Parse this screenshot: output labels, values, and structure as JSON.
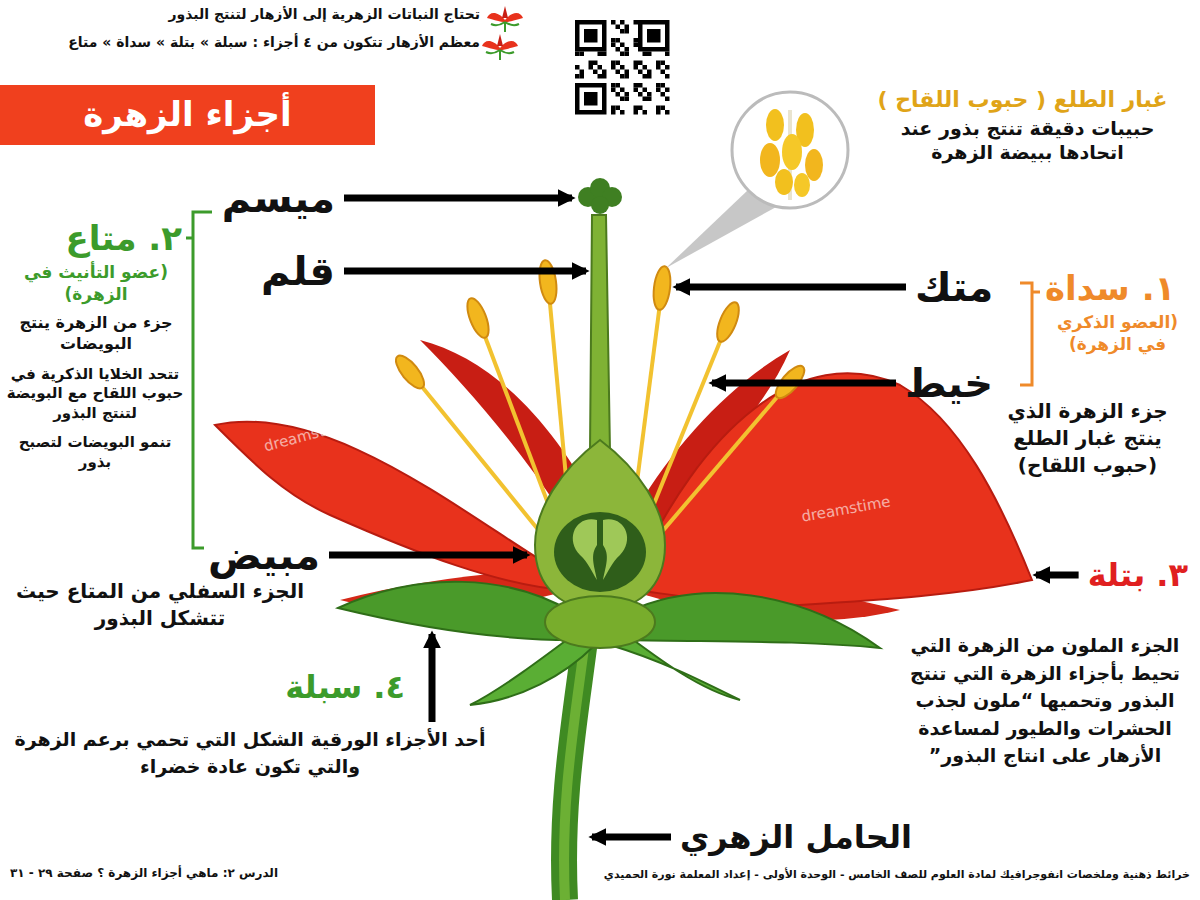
{
  "diagram": {
    "title": "أجزاء الزهرة",
    "labels": [
      "تحتاج النباتات الزهرية إلى الأزهار لتنتج البذور",
      "معظم الأزهار تتكون من ٤ أجزاء : سبلة » بتلة » سداة » متاع",
      "غبار الطلع ( حبوب اللقاح )",
      "حبيبات دقيقة تنتج بذور عند اتحادها ببيضة الزهرة",
      "ميسم",
      "قلم",
      "متك",
      "خيط",
      "مبيض",
      "٢. متاع",
      "(عضو التأنيث في الزهرة)",
      "جزء من الزهرة ينتج البويضات",
      "تتحد الخلايا الذكرية في حبوب اللقاح مع البويضة لتنتج البذور",
      "تنمو البويضات لتصبح بذور",
      "١. سداة",
      "(العضو الذكري في الزهرة)",
      "جزء الزهرة الذي ينتج غبار الطلع (حبوب اللقاح)",
      "٣. بتلة",
      "الجزء الملون من الزهرة التي تحيط بأجزاء الزهرة التي تنتج البذور وتحميها “ملون لجذب الحشرات والطيور لمساعدة الأزهار على انتاج البذور”",
      "الجزء السفلي من المتاع حيث تتشكل البذور",
      "٤. سبلة",
      "أحد الأجزاء الورقية الشكل التي تحمي برعم الزهرة والتي تكون عادة خضراء",
      "الحامل الزهري",
      "الدرس ٢: ماهي أجزاء الزهرة ؟ صفحة ٢٩ - ٣١",
      "خرائط ذهنية وملخصات انفوجرافيك لمادة العلوم للصف الخامس - الوحدة الأولى - إعداد المعلمة نورة الحميدي",
      "dreamstime",
      "dreamstime"
    ]
  }
}
